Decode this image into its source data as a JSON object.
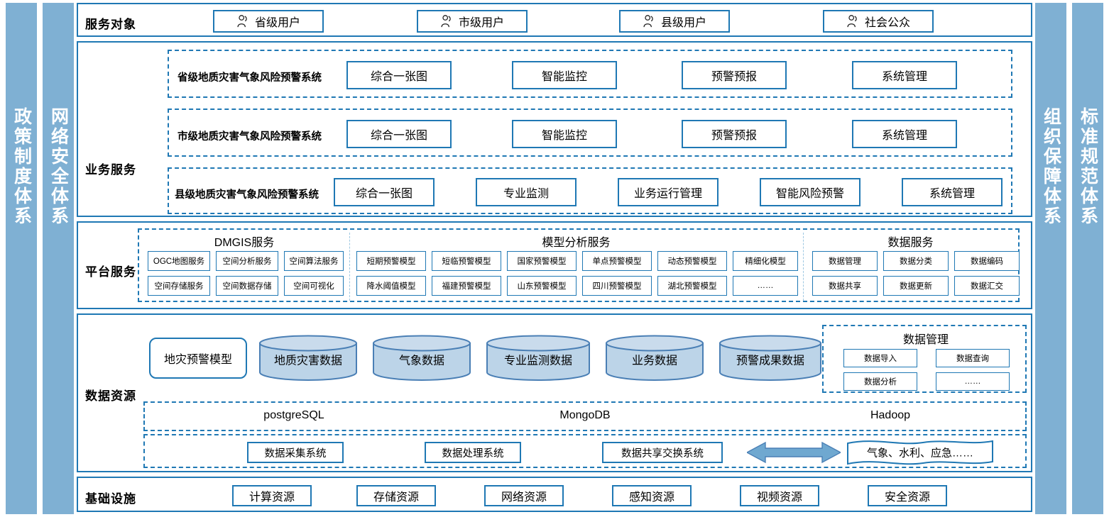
{
  "pillars": {
    "left": [
      {
        "name": "policy-system",
        "label": "政策制度体系"
      },
      {
        "name": "network-security-system",
        "label": "网络安全体系"
      }
    ],
    "right": [
      {
        "name": "organization-guarantee-system",
        "label": "组织保障体系"
      },
      {
        "name": "standard-specification-system",
        "label": "标准规范体系"
      }
    ]
  },
  "service_objects": {
    "label": "服务对象",
    "icon": "person-icon",
    "users": [
      {
        "label": "省级用户"
      },
      {
        "label": "市级用户"
      },
      {
        "label": "县级用户"
      },
      {
        "label": "社会公众"
      }
    ]
  },
  "business_services": {
    "label": "业务服务",
    "rows": [
      {
        "title": "省级地质灾害气象风险预警系统",
        "items": [
          "综合一张图",
          "智能监控",
          "预警预报",
          "系统管理"
        ]
      },
      {
        "title": "市级地质灾害气象风险预警系统",
        "items": [
          "综合一张图",
          "智能监控",
          "预警预报",
          "系统管理"
        ]
      },
      {
        "title": "县级地质灾害气象风险预警系统",
        "items": [
          "综合一张图",
          "专业监测",
          "业务运行管理",
          "智能风险预警",
          "系统管理"
        ]
      }
    ]
  },
  "platform_services": {
    "label": "平台服务",
    "groups": [
      {
        "title": "DMGIS服务",
        "row1": [
          "OGC地图服务",
          "空间分析服务",
          "空间算法服务"
        ],
        "row2": [
          "空间存储服务",
          "空间数据存储",
          "空间可视化"
        ]
      },
      {
        "title": "模型分析服务",
        "row1": [
          "短期预警模型",
          "短临预警模型",
          "国家预警模型",
          "单点预警模型",
          "动态预警模型",
          "精细化模型"
        ],
        "row2": [
          "降水阈值模型",
          "福建预警模型",
          "山东预警模型",
          "四川预警模型",
          "湖北预警模型",
          "……"
        ]
      },
      {
        "title": "数据服务",
        "row1": [
          "数据管理",
          "数据分类",
          "数据编码"
        ],
        "row2": [
          "数据共享",
          "数据更新",
          "数据汇交"
        ]
      }
    ]
  },
  "data_resources": {
    "label": "数据资源",
    "model_box": "地灾预警模型",
    "cylinders": [
      "地质灾害数据",
      "气象数据",
      "专业监测数据",
      "业务数据",
      "预警成果数据"
    ],
    "data_management": {
      "title": "数据管理",
      "items": [
        "数据导入",
        "数据查询",
        "数据分析",
        "……"
      ]
    },
    "databases": [
      "postgreSQL",
      "MongoDB",
      "Hadoop"
    ],
    "systems": [
      "数据采集系统",
      "数据处理系统",
      "数据共享交换系统"
    ],
    "exchange_arrow": "double-arrow-icon",
    "external": "气象、水利、应急……"
  },
  "infrastructure": {
    "label": "基础设施",
    "items": [
      "计算资源",
      "存储资源",
      "网络资源",
      "感知资源",
      "视频资源",
      "安全资源"
    ]
  },
  "colors": {
    "accent": "#1f78b4",
    "pillar": "#7fb0d3",
    "cylinder_fill": "#bcd4e8",
    "cylinder_stroke": "#4a7fb5",
    "arrow_fill": "#6fa8d0"
  }
}
